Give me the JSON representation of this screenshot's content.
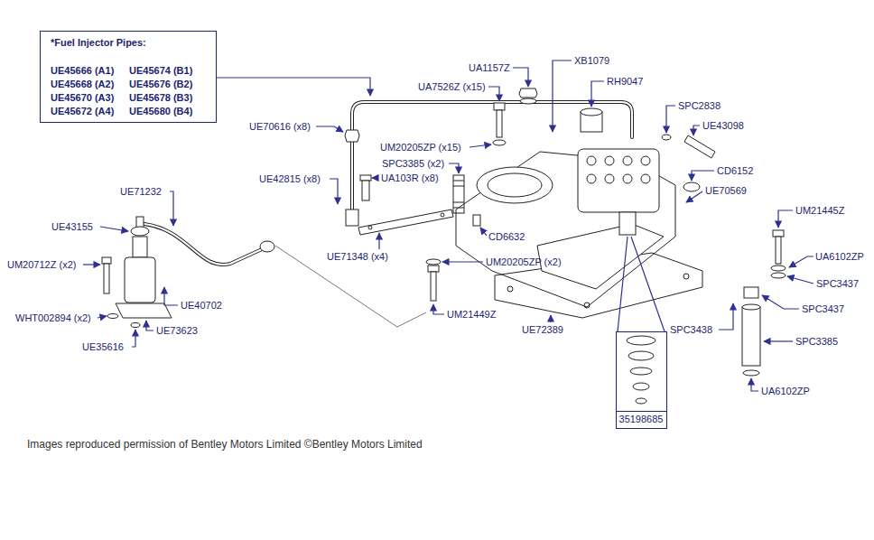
{
  "diagram": {
    "caption": "Images reproduced permission of Bentley Motors Limited ©Bentley Motors Limited",
    "nodes": [
      {
        "text": [
          "*Fuel Injector Pipes:",
          "UE45666 (A1)",
          "UE45674 (B1)",
          "UE45668 (A2)",
          "UE45676 (B2)",
          "UE45670 (A3)",
          "UE45678 (B3)",
          "UE45672 (A4)",
          "UE45680 (B4)"
        ]
      },
      {
        "text": [
          "35198685"
        ]
      }
    ],
    "labels": [
      "XB1079",
      "UA1157Z",
      "RH9047",
      "UA7526Z (x15)",
      "SPC2838",
      "UE70616 (x8)",
      "UE43098",
      "UM20205ZP (x15)",
      "SPC3385 (x2)",
      "CD6152",
      "UA103R (x8)",
      "UE42815 (x8)",
      "UE70569",
      "UE71232",
      "UM21445Z",
      "UE43155",
      "CD6632",
      "UE71348 (x4)",
      "UA6102ZP",
      "UM20205ZP (x2)",
      "UM20712Z (x2)",
      "SPC3437",
      "UE40702",
      "SPC3437",
      "UM21449Z",
      "WHT002894 (x2)",
      "UE72389",
      "SPC3438",
      "UE73623",
      "SPC3385",
      "UE35616",
      "UA6102ZP"
    ]
  }
}
